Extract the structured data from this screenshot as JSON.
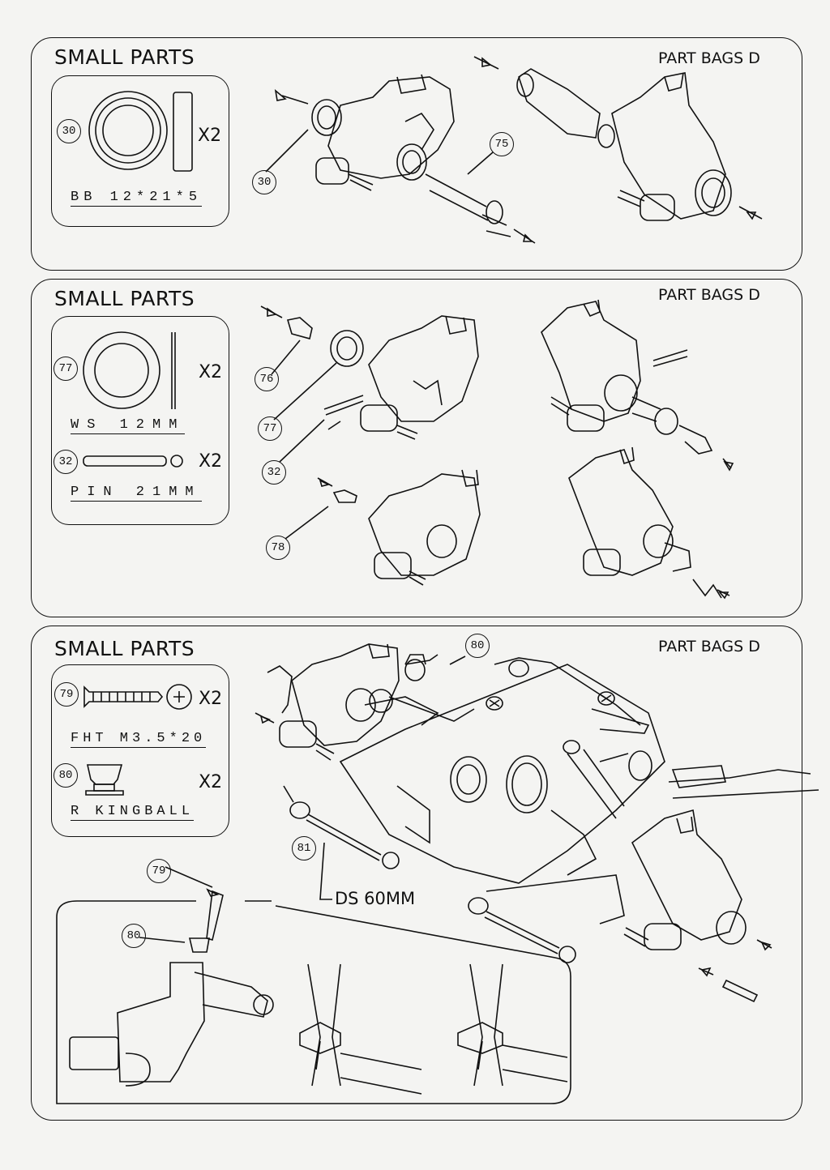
{
  "panels": [
    {
      "header": "SMALL PARTS",
      "bags": "PART BAGS D",
      "parts": [
        {
          "id": "30",
          "qty": "X2",
          "label": "BB 12*21*5"
        }
      ],
      "callouts": [
        "30",
        "75"
      ]
    },
    {
      "header": "SMALL PARTS",
      "bags": "PART BAGS D",
      "parts": [
        {
          "id": "77",
          "qty": "X2",
          "label": "WS 12MM"
        },
        {
          "id": "32",
          "qty": "X2",
          "label": "PIN 21MM"
        }
      ],
      "callouts": [
        "76",
        "77",
        "32",
        "78"
      ]
    },
    {
      "header": "SMALL PARTS",
      "bags": "PART BAGS D",
      "parts": [
        {
          "id": "79",
          "qty": "X2",
          "label": "FHT M3.5*20"
        },
        {
          "id": "80",
          "qty": "X2",
          "label": "R KINGBALL"
        }
      ],
      "callouts": [
        "80",
        "81",
        "79",
        "80"
      ],
      "note": "DS 60MM"
    }
  ],
  "icons": {
    "phillips": "phillips-head-icon",
    "arrow": "insert-arrow-icon"
  }
}
